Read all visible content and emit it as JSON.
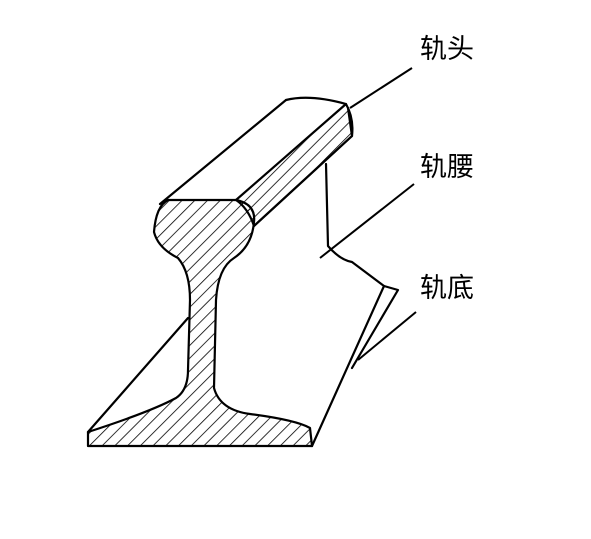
{
  "diagram": {
    "labels": {
      "rail_head": "轨头",
      "rail_web": "轨腰",
      "rail_base": "轨底"
    },
    "colors": {
      "stroke": "#000000",
      "background": "#ffffff"
    }
  }
}
